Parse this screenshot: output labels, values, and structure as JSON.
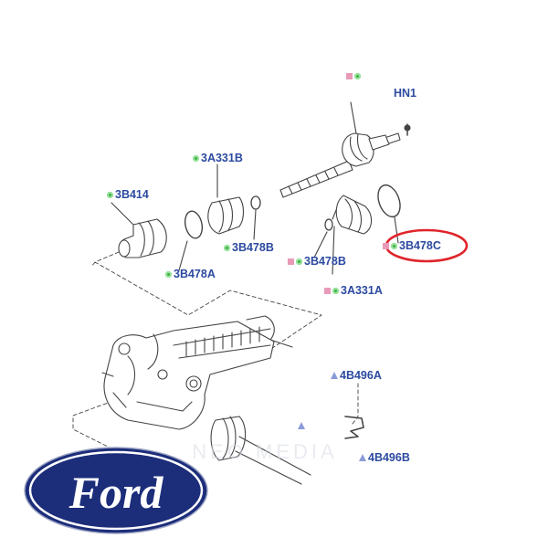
{
  "labels": {
    "hn1": "HN1",
    "p3a331b": "3A331B",
    "p3b414": "3B414",
    "p3b478b_left": "3B478B",
    "p3b478a": "3B478A",
    "p3b478b_right": "3B478B",
    "p3b478c": "3B478C",
    "p3a331a": "3A331A",
    "p4b496a": "4B496A",
    "p4b496b": "4B496B"
  },
  "logo": {
    "text": "Ford"
  },
  "watermark": "NEO MEDIA",
  "colors": {
    "label_text": "#2c4aa0",
    "line_art": "#444444",
    "highlight_ring": "#e0242b",
    "logo_blue": "#1c2d7a",
    "marker_pink": "#e89ab8",
    "marker_green": "#3cb043",
    "marker_triangle": "#8c9bd8"
  },
  "icons": {
    "square_marker": "pink-square-icon",
    "circle_marker": "green-circle-icon",
    "triangle_marker": "triangle-icon"
  }
}
